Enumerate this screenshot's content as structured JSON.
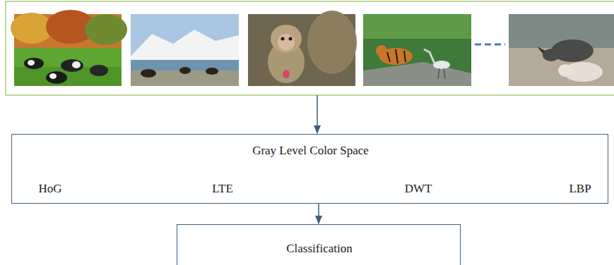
{
  "diagram": {
    "nodes": [
      {
        "text": [
          "Gray Level Color Space",
          "HoG",
          "LTE",
          "DWT",
          "LBP"
        ]
      },
      {
        "text": [
          "Classification"
        ]
      }
    ],
    "edges": [
      {
        "from": 0,
        "to": 1,
        "arrow": "to"
      }
    ]
  }
}
